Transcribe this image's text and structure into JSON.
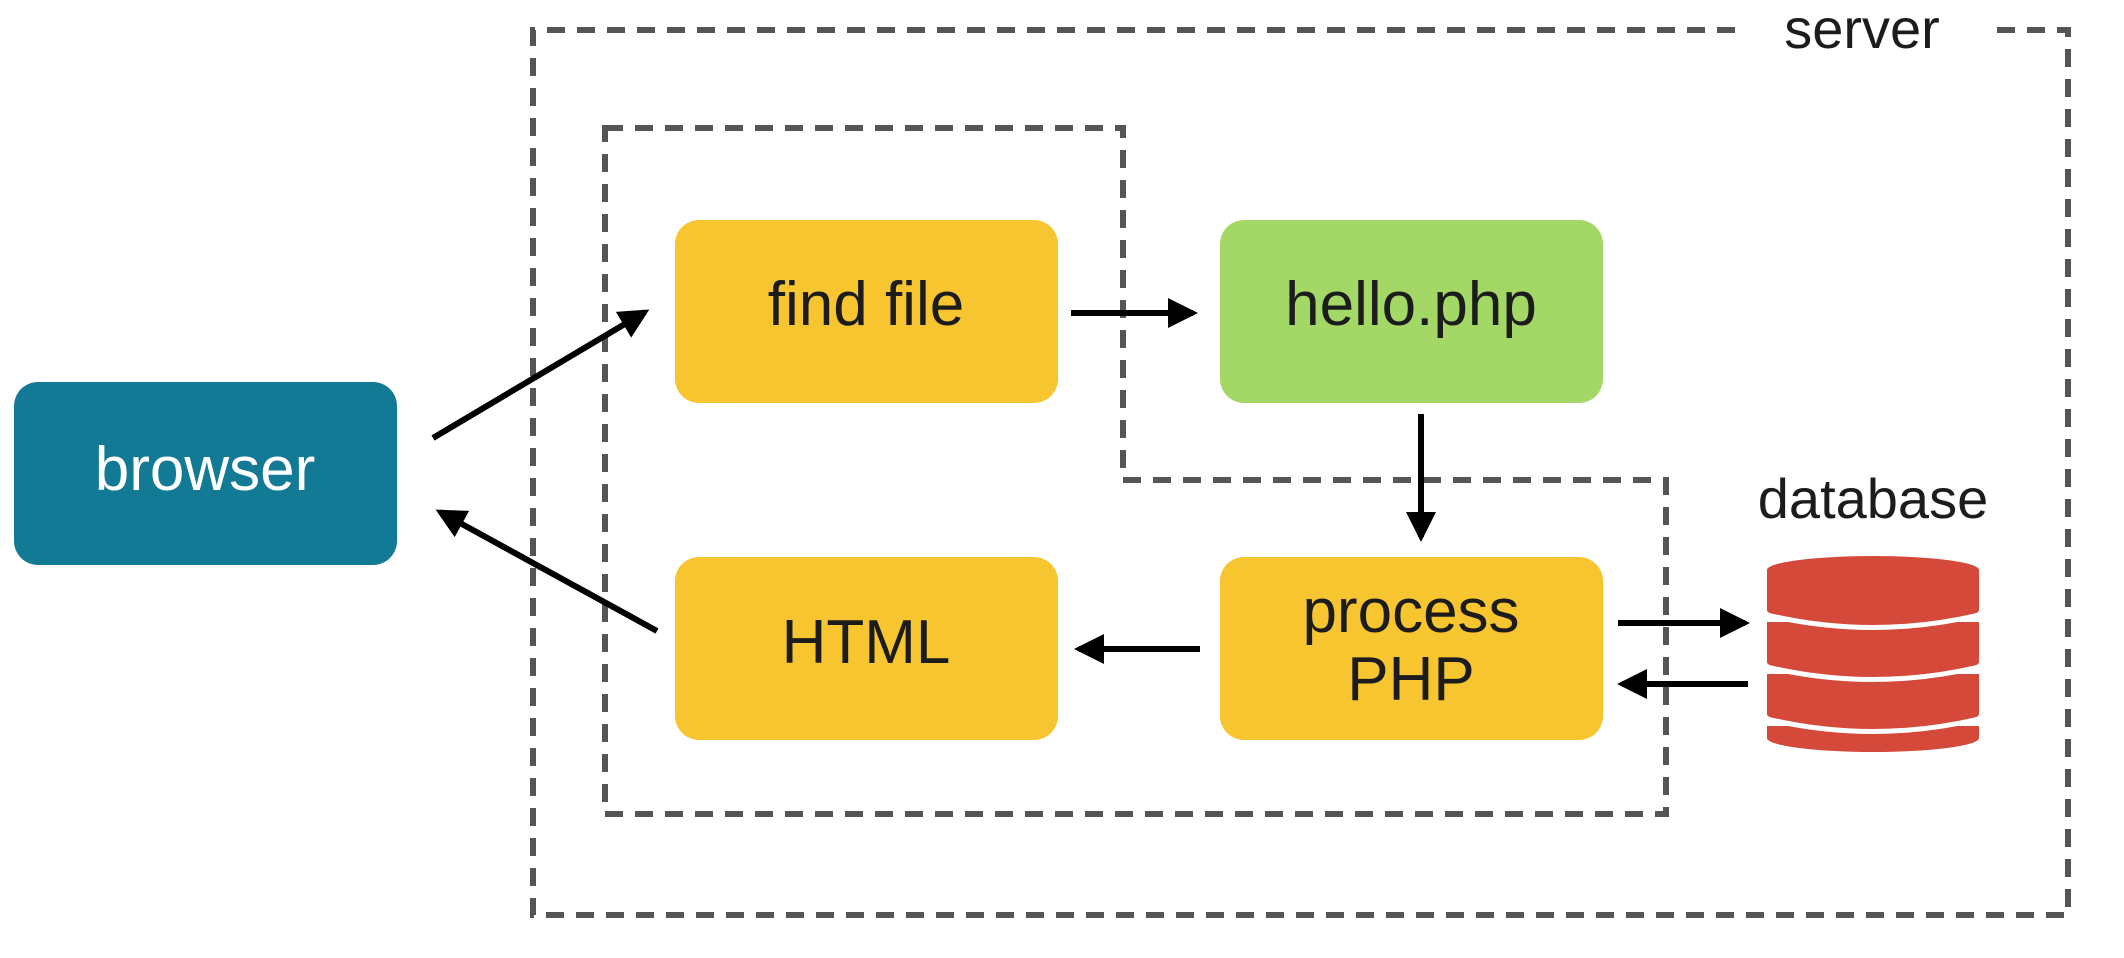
{
  "nodes": {
    "browser": {
      "label": "browser",
      "color": "#127a95"
    },
    "find_file": {
      "label": "find file",
      "color": "#f6c530"
    },
    "hello_php": {
      "label": "hello.php",
      "color": "#a3d866"
    },
    "html": {
      "label": "HTML",
      "color": "#f6c530"
    },
    "process_php": {
      "label_line1": "process",
      "label_line2": "PHP",
      "color": "#f6c530"
    },
    "database": {
      "label": "database",
      "color": "#d5493a"
    }
  },
  "groups": {
    "server": {
      "label": "server"
    }
  },
  "edges": [
    {
      "from": "browser",
      "to": "find_file"
    },
    {
      "from": "find_file",
      "to": "hello_php"
    },
    {
      "from": "hello_php",
      "to": "process_php"
    },
    {
      "from": "process_php",
      "to": "database"
    },
    {
      "from": "database",
      "to": "process_php"
    },
    {
      "from": "process_php",
      "to": "html"
    },
    {
      "from": "html",
      "to": "browser"
    }
  ]
}
